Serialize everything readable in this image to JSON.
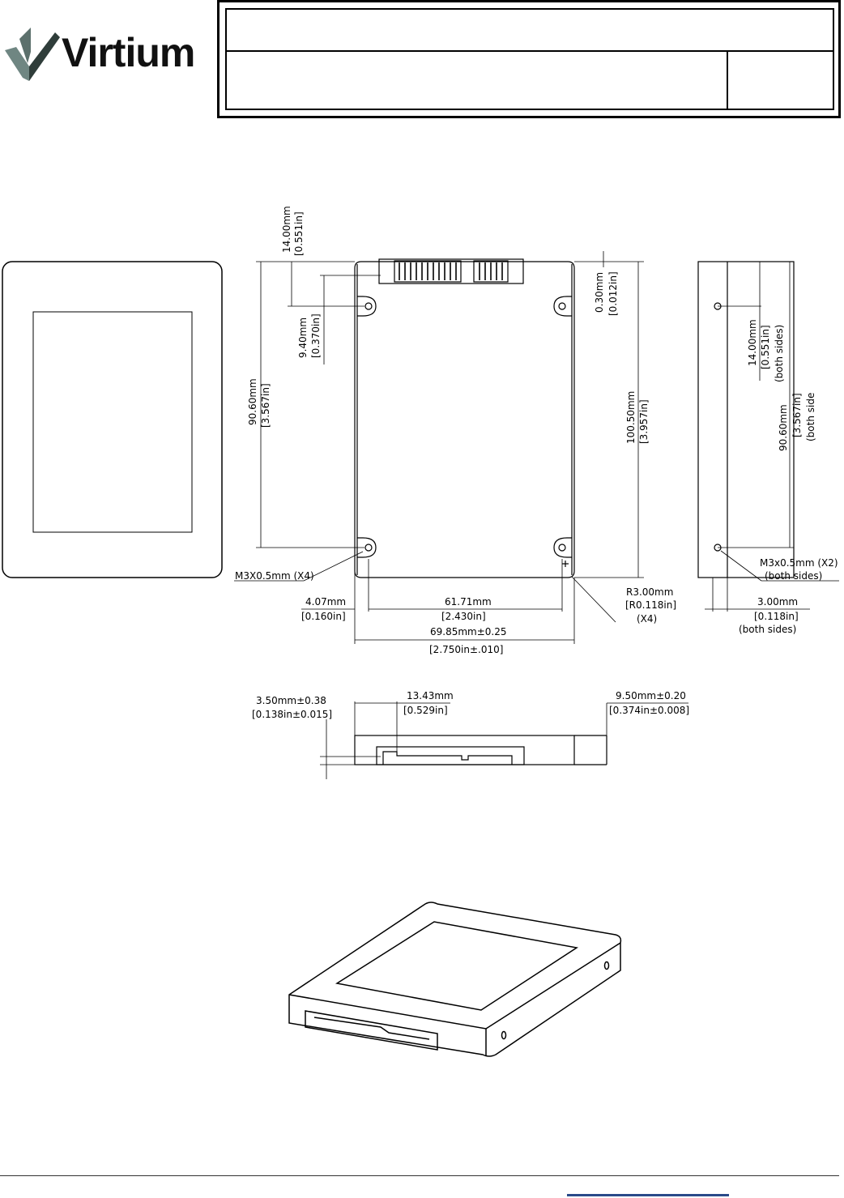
{
  "header": {
    "brand": "Virtium",
    "title_row_1": "",
    "title_row_2": "",
    "title_cell_right": ""
  },
  "top_view": {
    "dim_connector_offset_mm": "14.00mm",
    "dim_connector_offset_in": "[0.551in]",
    "dim_hole_offset_mm": "9.40mm",
    "dim_hole_offset_in": "[0.370in]",
    "dim_hole_spacing_mm": "90.60mm",
    "dim_hole_spacing_in": "[3.567in]",
    "dim_length_mm": "100.50mm",
    "dim_length_in": "[3.957in]",
    "dim_connector_protrusion_mm": "0.30mm",
    "dim_connector_protrusion_in": "[0.012in]",
    "screw_callout": "M3X0.5mm (X4)",
    "dim_side_offset_mm": "4.07mm",
    "dim_side_offset_in": "[0.160in]",
    "dim_hole_width_mm": "61.71mm",
    "dim_hole_width_in": "[2.430in]",
    "dim_width_mm": "69.85mm±0.25",
    "dim_width_in": "[2.750in±.010]",
    "corner_radius_mm": "R3.00mm",
    "corner_radius_in": "[R0.118in]",
    "corner_radius_count": "(X4)"
  },
  "side_view": {
    "dim_hole_offset_mm": "14.00mm",
    "dim_hole_offset_in": "[0.551in]",
    "dim_hole_offset_note": "(both sides)",
    "dim_hole_spacing_mm": "90.60mm",
    "dim_hole_spacing_in": "[3.567in]",
    "dim_hole_spacing_note": "(both side",
    "screw_callout": "M3x0.5mm (X2)",
    "screw_note": "(both sides)",
    "dim_hole_height_mm": "3.00mm",
    "dim_hole_height_in": "[0.118in]",
    "dim_hole_height_note": "(both sides)"
  },
  "front_view": {
    "dim_connector_height_mm": "3.50mm±0.38",
    "dim_connector_height_in": "[0.138in±0.015]",
    "dim_connector_offset_mm": "13.43mm",
    "dim_connector_offset_in": "[0.529in]",
    "dim_height_mm": "9.50mm±0.20",
    "dim_height_in": "[0.374in±0.008]"
  },
  "colors": {
    "logo_dark": "#2f3d3a",
    "logo_light": "#6f8682",
    "footer_link": "#2a4a8a"
  }
}
